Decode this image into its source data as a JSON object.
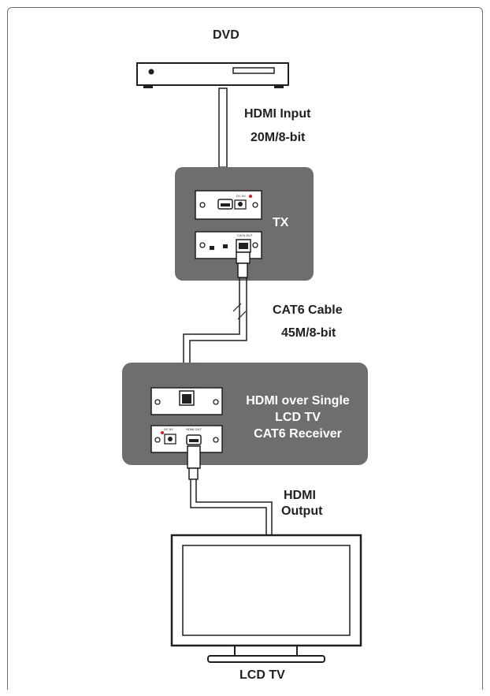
{
  "labels": {
    "source": "DVD",
    "input_line1": "HDMI Input",
    "input_line2": "20M/8-bit",
    "tx": "TX",
    "cable_line1": "CAT6 Cable",
    "cable_line2": "45M/8-bit",
    "receiver_line1": "HDMI over Single",
    "receiver_line2": "LCD TV",
    "receiver_line3": "CAT6 Receiver",
    "output_line1": "HDMI",
    "output_line2": "Output",
    "display": "LCD TV"
  },
  "panel_text": {
    "dc5v": "DC 5V",
    "cat6_out": "CAT6 OUT",
    "hdmi_out": "HDMI OUT"
  },
  "colors": {
    "box": "#6d6e70",
    "cable": "#6d6e70",
    "text": "#231f20"
  }
}
